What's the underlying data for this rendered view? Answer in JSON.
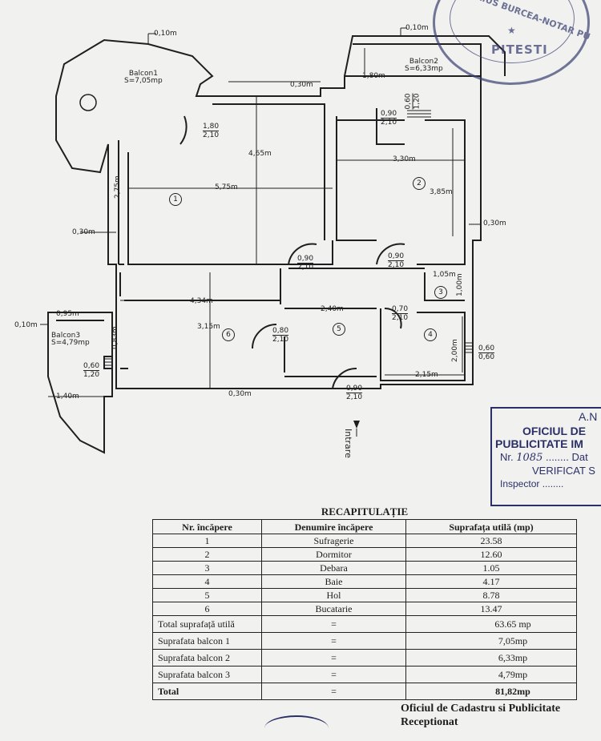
{
  "plan": {
    "rooms": [
      {
        "num": "1"
      },
      {
        "num": "2"
      },
      {
        "num": "3"
      },
      {
        "num": "4"
      },
      {
        "num": "5"
      },
      {
        "num": "6"
      }
    ],
    "balconies": [
      {
        "name": "Balcon1",
        "area": "S=7,05mp"
      },
      {
        "name": "Balcon2",
        "area": "S=6,33mp"
      },
      {
        "name": "Balcon3",
        "area": "S=4,79mp"
      }
    ],
    "dims": {
      "w010a": "0,10m",
      "w010b": "0,10m",
      "w010c": "0,10m",
      "w030a": "0,30m",
      "w030b": "0,30m",
      "w030c": "0,30m",
      "w030d": "0,30m",
      "d575": "5,75m",
      "d465": "4,65m",
      "d275": "2,75m",
      "d330": "3,30m",
      "d385": "3,85m",
      "d180": "1,80m",
      "d105": "1,05m",
      "d100": "1,00m",
      "d434": "4,34m",
      "d315": "3,15m",
      "d240": "2,40m",
      "d215": "2,15m",
      "d200": "2,00m",
      "d095": "0,95m",
      "d083": "0,83m",
      "d140": "1,40m"
    },
    "doors": [
      {
        "t": "1,80",
        "b": "2,10"
      },
      {
        "t": "0,90",
        "b": "2,10"
      },
      {
        "t": "0,60",
        "b": "1,20"
      },
      {
        "t": "0,90",
        "b": "2,10"
      },
      {
        "t": "0,90",
        "b": "2,10"
      },
      {
        "t": "0,70",
        "b": "2,10"
      },
      {
        "t": "0,80",
        "b": "2,10"
      },
      {
        "t": "0,60",
        "b": "0,60"
      },
      {
        "t": "0,60",
        "b": "1,20"
      },
      {
        "t": "0,90",
        "b": "2,10"
      }
    ],
    "entry": "Intrare"
  },
  "stamp": {
    "text": "MARIUS BURCEA-NOTAR PU",
    "city": "PITESTI"
  },
  "registry_box": {
    "line1": "A.N",
    "line2": "OFICIUL DE",
    "line3": "PUBLICITATE IM",
    "nr_label": "Nr.",
    "nr_value": "1085",
    "date_label": "........ Dat",
    "line5": "VERIFICAT S",
    "inspector": "Inspector ........"
  },
  "recap": {
    "title": "RECAPITULAȚIE",
    "headers": [
      "Nr. încăpere",
      "Denumire încăpere",
      "Suprafața utilă (mp)"
    ],
    "rows": [
      [
        "1",
        "Sufragerie",
        "23.58"
      ],
      [
        "2",
        "Dormitor",
        "12.60"
      ],
      [
        "3",
        "Debara",
        "1.05"
      ],
      [
        "4",
        "Baie",
        "4.17"
      ],
      [
        "5",
        "Hol",
        "8.78"
      ],
      [
        "6",
        "Bucatarie",
        "13.47"
      ]
    ],
    "summary": [
      [
        "Total suprafață utilă",
        "=",
        "63.65 mp"
      ],
      [
        "Suprafata balcon 1",
        "=",
        "7,05mp"
      ],
      [
        "Suprafata balcon 2",
        "=",
        "6,33mp"
      ],
      [
        "Suprafata balcon 3",
        "=",
        "4,79mp"
      ],
      [
        "Total",
        "=",
        "81,82mp"
      ]
    ]
  },
  "footer": {
    "line1": "Oficiul de Cadastru si Publicitate",
    "line2": "Receptionat"
  },
  "colors": {
    "ink": "#1d1d1d",
    "stamp": "#2b2f68",
    "paper": "#f1f2ef"
  }
}
